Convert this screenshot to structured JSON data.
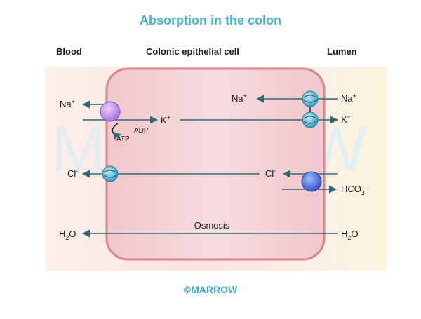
{
  "title": "Absorption in the colon",
  "columns": {
    "blood": "Blood",
    "cell": "Colonic epithelial cell",
    "lumen": "Lumen"
  },
  "watermark": "MARROW",
  "footer": {
    "copyright": "©",
    "brand_first": "M",
    "brand_rest": "ARROW"
  },
  "labels": {
    "na_blood": "Na",
    "na_blood_sup": "+",
    "k_cell": "K",
    "k_cell_sup": "+",
    "adp": "ADP",
    "atp": "ATP",
    "cl_blood": "Cl",
    "cl_blood_sup": "-",
    "na_lumen_left": "Na",
    "na_lumen_left_sup": "+",
    "na_lumen_right": "Na",
    "na_lumen_right_sup": "+",
    "k_lumen": "K",
    "k_lumen_sup": "+",
    "cl_lumen": "Cl",
    "cl_lumen_sup": "-",
    "hco3": "HCO",
    "hco3_sub": "3",
    "hco3_sup": "–",
    "osmosis": "Osmosis",
    "h2o_blood": "H",
    "h2o_blood_sub": "2",
    "h2o_blood_tail": "O",
    "h2o_lumen": "H",
    "h2o_lumen_sub": "2",
    "h2o_lumen_tail": "O"
  },
  "colors": {
    "title": "#45b3cf",
    "arrow": "#2e6a78",
    "cell_fill": "#f3cfd2",
    "cell_stroke": "#d7868e",
    "pump": "#c99af0",
    "channel": "#5fc1df",
    "exchanger": "#4a6ee0",
    "blood_bg": "#fdeee6",
    "lumen_bg": "#fbf3dd"
  }
}
